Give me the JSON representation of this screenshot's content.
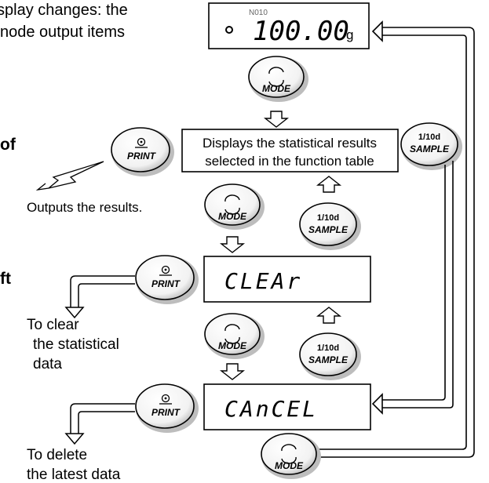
{
  "intro": {
    "line1_tail": "splay changes: the",
    "line2_tail": "node output items",
    "frag_of": "of",
    "frag_ft": "ft"
  },
  "display_top": {
    "indicator": "N010",
    "value": "100.00",
    "unit": "g"
  },
  "display_clear": {
    "text": "CLEAr"
  },
  "display_cancel": {
    "text": "CAnCEL"
  },
  "stat_box": {
    "line1": "Displays the statistical results",
    "line2": "selected in the function table"
  },
  "keys": {
    "mode_label": "MODE",
    "print_label": "PRINT",
    "sample_top": "1/10d",
    "sample_bottom": "SAMPLE"
  },
  "notes": {
    "outputs": "Outputs the results.",
    "clear": [
      "To clear",
      "the statistical",
      "data"
    ],
    "delete": [
      "To delete",
      "the latest data"
    ]
  }
}
